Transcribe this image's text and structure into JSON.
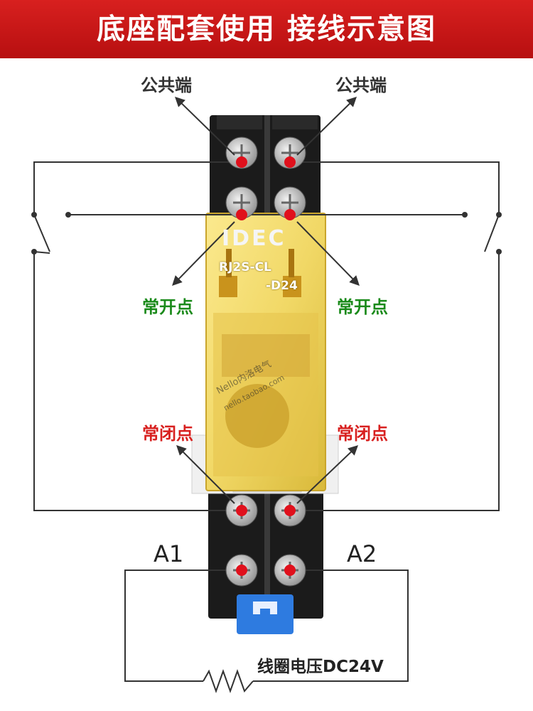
{
  "header": {
    "title": "底座配套使用 接线示意图"
  },
  "labels": {
    "common_left": "公共端",
    "common_right": "公共端",
    "no_left": "常开点",
    "no_right": "常开点",
    "nc_left": "常闭点",
    "nc_right": "常闭点",
    "a1": "A1",
    "a2": "A2",
    "coil": "线圈电压DC24V"
  },
  "relay": {
    "brand": "IDEC",
    "model_line1": "RJ2S-CL",
    "model_line2": "-D24"
  },
  "watermark": {
    "line1": "Nello内洛电气",
    "line2": "nello.taobao.com"
  },
  "colors": {
    "banner": "#c8161a",
    "green_label": "#1a8a1a",
    "red_label": "#d8201f",
    "terminal_dot": "#e0101c",
    "relay_body": "#f1d866",
    "clip": "#2e7be0"
  }
}
